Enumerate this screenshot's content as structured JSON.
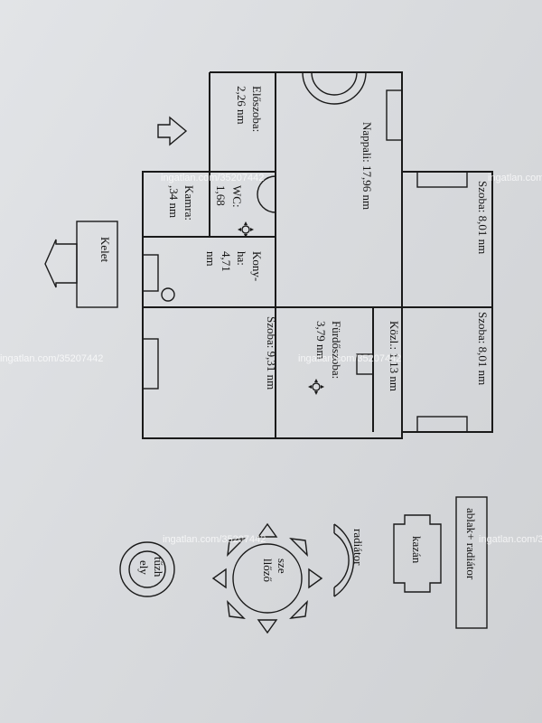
{
  "rooms": {
    "eloszoba": {
      "name": "Előszoba:",
      "area": "2,26 nm"
    },
    "nappali": {
      "label": "Nappali: 17,96 nm"
    },
    "szoba_top": {
      "label": "Szoba: 8,01 nm"
    },
    "szoba_right": {
      "label": "Szoba: 8,01 nm"
    },
    "wc": {
      "name": "WC:",
      "area": "1,68"
    },
    "kamra": {
      "name": "Kamra:",
      "area": ",34 nm"
    },
    "konyha": {
      "l1": "Kony-",
      "l2": "ha:",
      "l3": "4,71",
      "l4": "nm"
    },
    "furdoszoba": {
      "name": "Fürdőszoba:",
      "area": "3,79 nm"
    },
    "kozl": {
      "label": "Közl.: 1,13 nm"
    },
    "szoba_bottom": {
      "label": "Szoba: 9,31 nm"
    }
  },
  "compass": {
    "label": "Kelet"
  },
  "legend": {
    "ablak": "ablak+ radiátor",
    "kazan": "kazán",
    "radiator": "radiátor",
    "szellozo_l1": "sze",
    "szellozo_l2": "llőző",
    "tuzhely_l1": "tűzh",
    "tuzhely_l2": "ely"
  },
  "watermark": "ingatlan.com/35207442",
  "colors": {
    "ink": "#1a1a1a",
    "paper": "#dcdee1"
  }
}
